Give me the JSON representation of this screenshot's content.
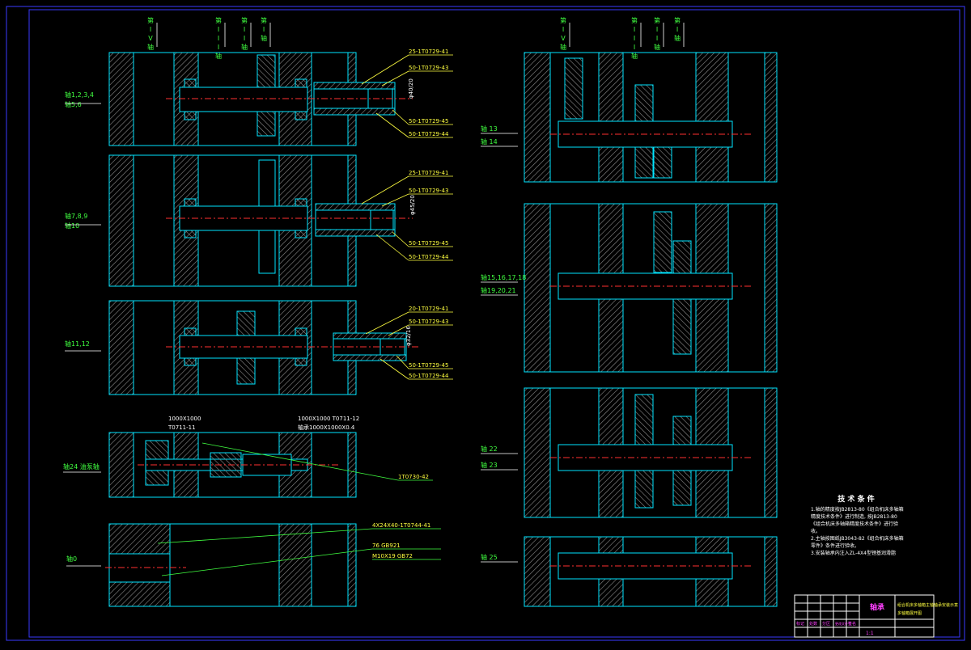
{
  "colors": {
    "frame": "#3a3aff",
    "line": "#00e5ff",
    "hatch": "#9a9a9a",
    "leader": "#ffff40",
    "label_green": "#40ff40",
    "center": "#ff3030",
    "part_num": "#ff40ff",
    "white": "#ffffff"
  },
  "top_marks_left": [
    "第IV轴",
    "第III轴",
    "第II轴",
    "第I轴"
  ],
  "top_marks_right": [
    "第IV轴",
    "第III轴",
    "第II轴",
    "第I轴"
  ],
  "panels_left": [
    {
      "side": [
        "轴1,2,3,4",
        "轴5,6"
      ],
      "callouts": [
        "25-1T0729-41",
        "50-1T0729-43",
        "50-1T0729-45",
        "50-1T0729-44"
      ],
      "dim": "φ40/20"
    },
    {
      "side": [
        "轴7,8,9",
        "轴10"
      ],
      "callouts": [
        "25-1T0729-41",
        "50-1T0729-43",
        "50-1T0729-45",
        "50-1T0729-44"
      ],
      "dim": "φ45/20"
    },
    {
      "side": [
        "轴11,12"
      ],
      "callouts": [
        "20-1T0729-41",
        "50-1T0729-43",
        "50-1T0729-45",
        "50-1T0729-44"
      ],
      "dim": "φ32/16"
    }
  ],
  "panel4": {
    "side": "轴24 油泵轴",
    "top_left": [
      "1000X1000",
      "T0711-11"
    ],
    "top_right": [
      "1000X1000 T0711-12",
      "轴承1000X1000X0.4"
    ],
    "callout": "1T0730-42"
  },
  "panel5": {
    "side": "轴0",
    "callouts": [
      "4X24X40-1T0744-41",
      "76 GB921",
      "M10X19 GB72"
    ]
  },
  "panels_right": [
    {
      "side": [
        "轴 13",
        "轴 14"
      ]
    },
    {
      "side": [
        "轴15,16,17,18",
        "轴19,20,21"
      ]
    },
    {
      "side": [
        "轴 22",
        "轴 23"
      ]
    },
    {
      "side": [
        "轴 25"
      ]
    }
  ],
  "tech_title": "技 术 条 件",
  "tech_notes": [
    "1.轴的精度按JB2813-80《组合机床多轴箱",
    "精度技术条件》进行制造, 按JB2813-80",
    "《组合机床多轴箱精度技术条件》进行验",
    "收。",
    "2.主轴按图纸JB3043-82《组合机床多轴箱",
    "零件》条件进行验收。",
    "3.安装轴承内注入ZL-4X4型锂基润滑脂"
  ],
  "title_block": {
    "name": "轴承",
    "drawing": "组合机床多轴箱主轴轴承安装示意",
    "sub": "多轴箱展开图",
    "rows": [
      "标记",
      "处数",
      "分区",
      "更改文件号",
      "签名"
    ],
    "scale": "1:1"
  }
}
